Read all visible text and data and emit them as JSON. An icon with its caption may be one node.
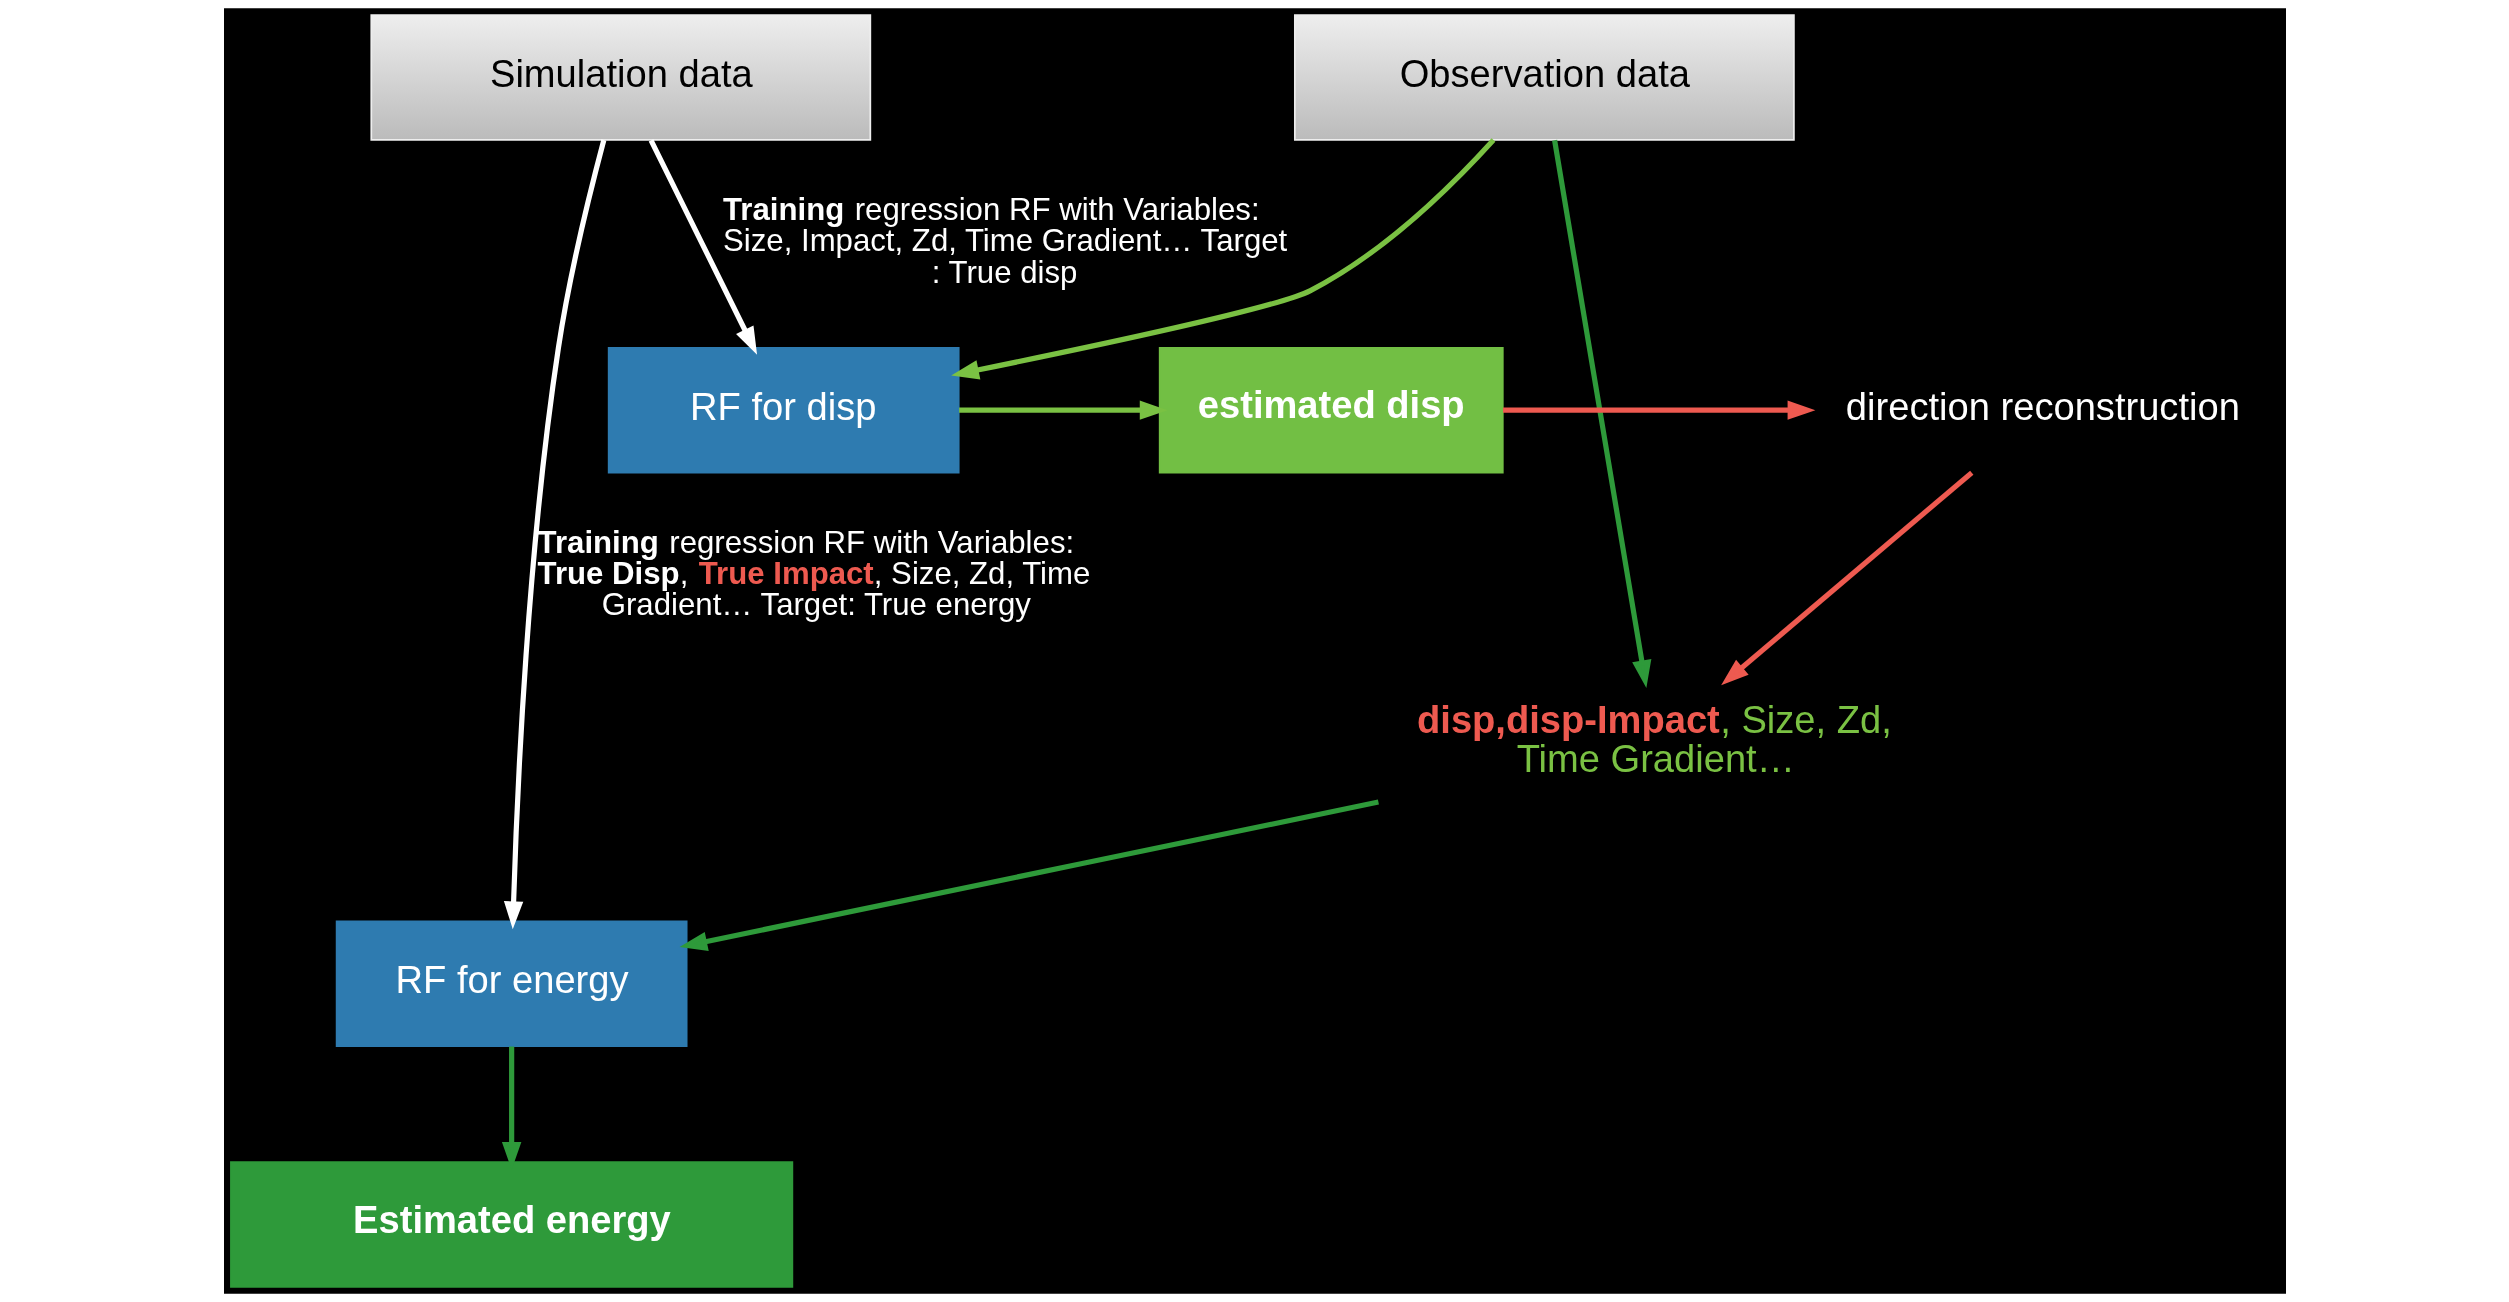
{
  "diagram": {
    "nodes": [
      {
        "text": [
          "Simulation data"
        ]
      },
      {
        "text": [
          "Observation data"
        ]
      },
      {
        "text": [
          "RF for disp"
        ]
      },
      {
        "text": [
          "estimated disp"
        ]
      },
      {
        "text": [
          "direction reconstruction"
        ]
      },
      {
        "text": [
          "**disp,disp-Impact**, Size, Zd, Time Gradient…"
        ]
      },
      {
        "text": [
          "RF for energy"
        ]
      },
      {
        "text": [
          "Estimated energy"
        ]
      }
    ],
    "edges": [
      {
        "from": 0,
        "to": 2,
        "arrow": "to",
        "color": "#ffffff",
        "label": "**Training** regression RF with Variables: Size, Impact, Zd, Time Gradient… Target : True disp"
      },
      {
        "from": 1,
        "to": 2,
        "arrow": "to",
        "color": "#7ac143"
      },
      {
        "from": 2,
        "to": 3,
        "arrow": "to",
        "color": "#7ac143"
      },
      {
        "from": 3,
        "to": 4,
        "arrow": "to",
        "color": "#ee5a50"
      },
      {
        "from": 4,
        "to": 5,
        "arrow": "to",
        "color": "#ee5a50"
      },
      {
        "from": 1,
        "to": 5,
        "arrow": "to",
        "color": "#2e9a3a"
      },
      {
        "from": 5,
        "to": 6,
        "arrow": "to",
        "color": "#2e9a3a"
      },
      {
        "from": 0,
        "to": 6,
        "arrow": "to",
        "color": "#ffffff",
        "label": "**Training** regression RF with Variables: **True Disp**, **True Impact**, Size, Zd, Time Gradient… Target: True energy"
      },
      {
        "from": 6,
        "to": 7,
        "arrow": "to",
        "color": "#2e9a3a"
      }
    ]
  }
}
